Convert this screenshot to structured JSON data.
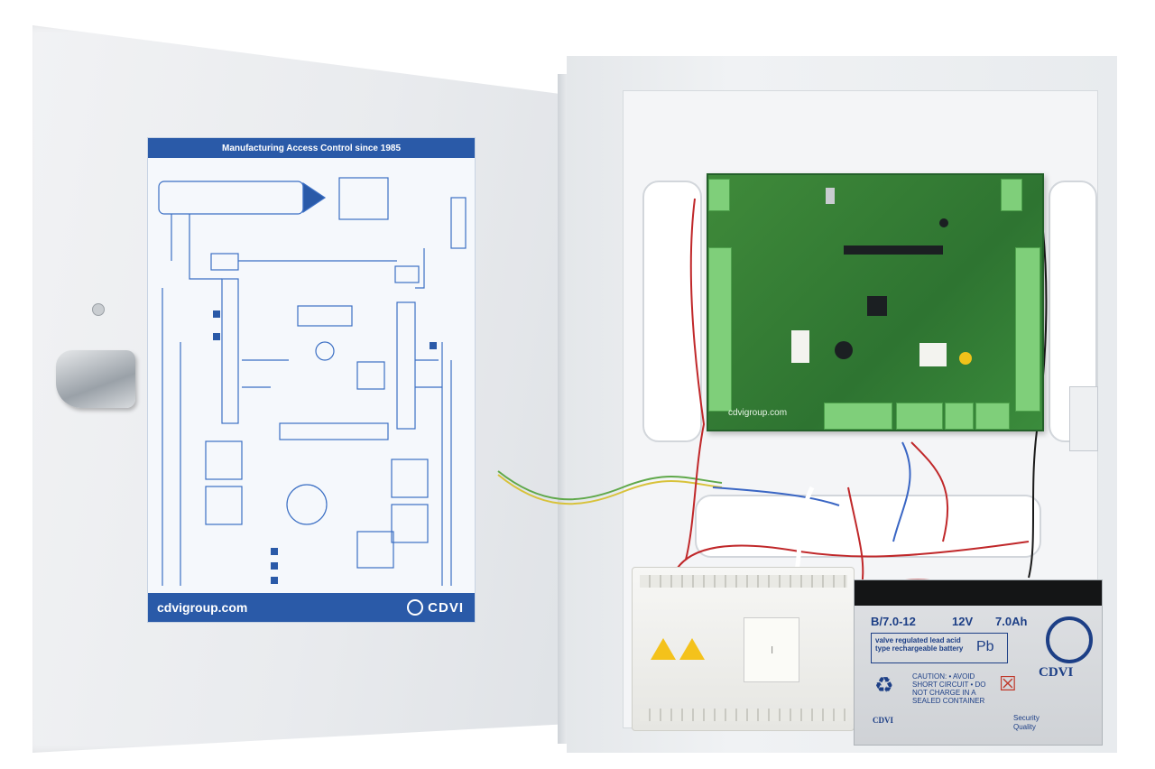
{
  "sheet": {
    "header": "Manufacturing Access Control since 1985",
    "website": "cdvigroup.com",
    "brand": "CDVI"
  },
  "board": {
    "brand": "cdvigroup.com"
  },
  "battery": {
    "model": "B/7.0-12",
    "voltage": "12V",
    "capacity": "7.0Ah",
    "type_lines": "valve regulated lead acid type rechargeable battery",
    "chemistry": "Pb",
    "caution": "CAUTION: • AVOID SHORT CIRCUIT • DO NOT CHARGE IN A SEALED CONTAINER",
    "brand_logo_text": "CDVI",
    "brand_footer": "CDVI",
    "security": "Security",
    "quality": "Quality"
  },
  "colors": {
    "sheet_blue": "#2a5aa8",
    "pcb_green": "#2e7431",
    "battery_blue": "#1d3f86",
    "warning_yellow": "#f4c21b"
  },
  "icons": {
    "latch": "door-latch-icon",
    "recycle": "recycle-icon",
    "bin": "crossed-bin-icon"
  }
}
